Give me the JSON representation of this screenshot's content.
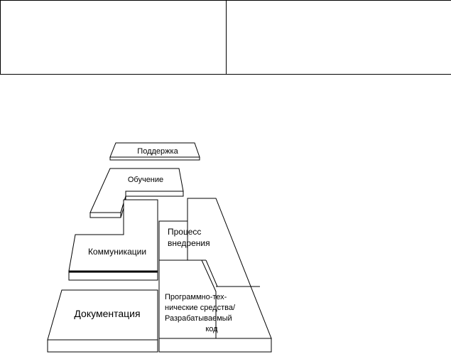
{
  "table": {
    "cells": [
      "",
      ""
    ]
  },
  "diagram": {
    "blocks": {
      "support": "Поддержка",
      "training": "Обучение",
      "communications": "Коммуникации",
      "documentation": "Документация",
      "process": {
        "line1": "Процесс",
        "line2": "внедрения"
      },
      "software": {
        "line1": "Программно-тех-",
        "line2": "нические средства/",
        "line3": "Разрабатываемый",
        "line4": "код"
      }
    }
  }
}
